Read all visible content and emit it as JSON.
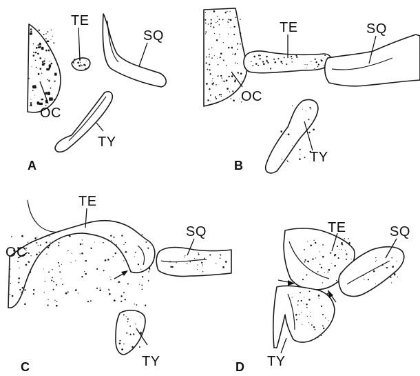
{
  "labels": {
    "te": "TE",
    "sq": "SQ",
    "oc": "OC",
    "ty": "TY"
  },
  "panels": {
    "a": "A",
    "b": "B",
    "c": "C",
    "d": "D"
  }
}
